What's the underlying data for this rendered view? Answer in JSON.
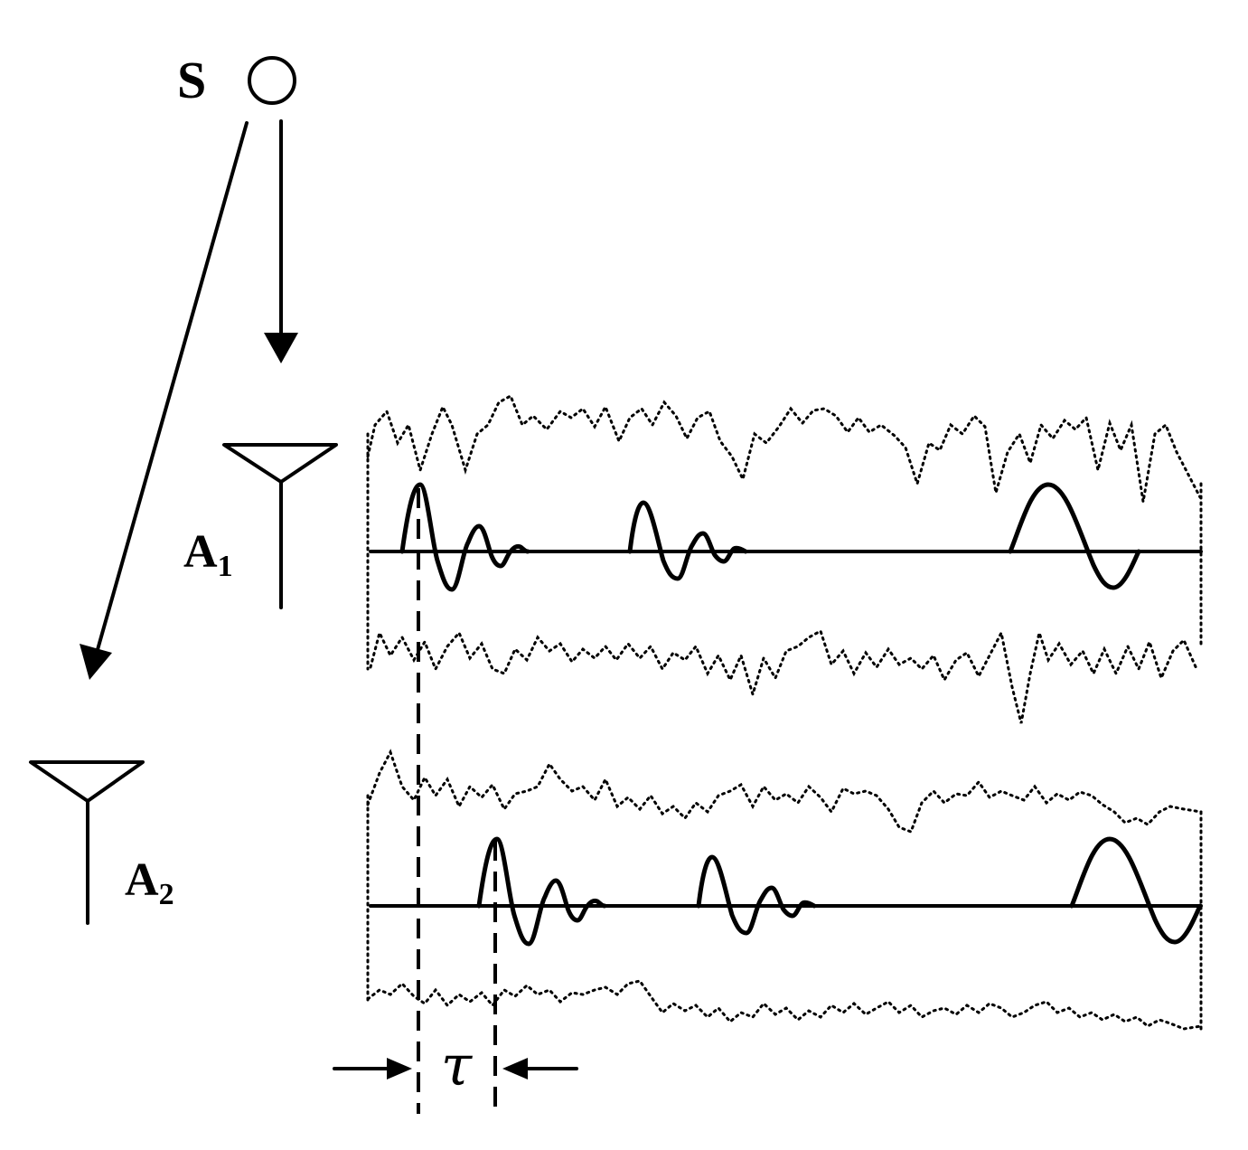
{
  "labels": {
    "source": "S",
    "antenna1_letter": "A",
    "antenna1_sub": "1",
    "antenna2_letter": "A",
    "antenna2_sub": "2",
    "delay": "τ"
  }
}
